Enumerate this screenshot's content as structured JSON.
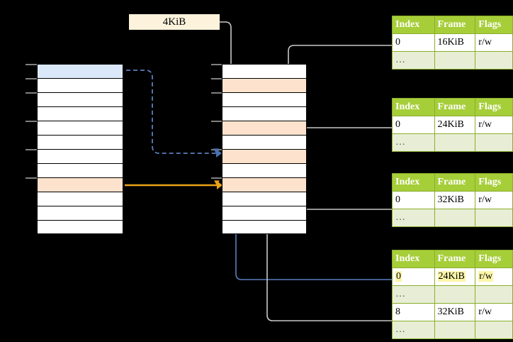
{
  "diagram": {
    "title": "page-table-walk-diagram",
    "background": "#000000",
    "size_label": {
      "text": "4KiB"
    },
    "colors": {
      "header_green": "#a6ce39",
      "row_alt_green": "#e8eed6",
      "highlight_yellow": "#fcf5a8",
      "blue_cell": "#dbe8fa",
      "orange_cell": "#fde3cd",
      "orange_arrow": "#e8a317",
      "blue_arrow": "#5b7ebd",
      "gray_wire": "#c8c8c8",
      "label_bg": "#fdf3dc"
    }
  },
  "virtual_column": {
    "name": "virtual-address-space-column",
    "row_count": 12,
    "rows": [
      {
        "index": 0,
        "fill": "blue",
        "label": ""
      },
      {
        "index": 1,
        "fill": "white",
        "label": ""
      },
      {
        "index": 2,
        "fill": "white",
        "label": ""
      },
      {
        "index": 3,
        "fill": "white",
        "label": ""
      },
      {
        "index": 4,
        "fill": "white",
        "label": ""
      },
      {
        "index": 5,
        "fill": "white",
        "label": ""
      },
      {
        "index": 6,
        "fill": "white",
        "label": ""
      },
      {
        "index": 7,
        "fill": "white",
        "label": ""
      },
      {
        "index": 8,
        "fill": "orange",
        "label": ""
      },
      {
        "index": 9,
        "fill": "white",
        "label": ""
      },
      {
        "index": 10,
        "fill": "white",
        "label": ""
      },
      {
        "index": 11,
        "fill": "white",
        "label": ""
      }
    ]
  },
  "physical_column": {
    "name": "physical-memory-column",
    "row_count": 12,
    "rows": [
      {
        "index": 0,
        "fill": "white",
        "label": ""
      },
      {
        "index": 1,
        "fill": "orange",
        "label": ""
      },
      {
        "index": 2,
        "fill": "white",
        "label": ""
      },
      {
        "index": 3,
        "fill": "white",
        "label": ""
      },
      {
        "index": 4,
        "fill": "orange",
        "label": ""
      },
      {
        "index": 5,
        "fill": "white",
        "label": ""
      },
      {
        "index": 6,
        "fill": "orange",
        "label": ""
      },
      {
        "index": 7,
        "fill": "white",
        "label": ""
      },
      {
        "index": 8,
        "fill": "orange",
        "label": ""
      },
      {
        "index": 9,
        "fill": "white",
        "label": ""
      },
      {
        "index": 10,
        "fill": "white",
        "label": ""
      },
      {
        "index": 11,
        "fill": "white",
        "label": ""
      }
    ]
  },
  "tables": [
    {
      "name": "page-table-level-1",
      "headers": [
        "Index",
        "Frame",
        "Flags"
      ],
      "rows": [
        {
          "cells": [
            "0",
            "16KiB",
            "r/w"
          ],
          "style": "normal",
          "highlight": []
        },
        {
          "cells": [
            "…",
            "",
            ""
          ],
          "style": "ellipsis",
          "highlight": []
        }
      ]
    },
    {
      "name": "page-table-level-2",
      "headers": [
        "Index",
        "Frame",
        "Flags"
      ],
      "rows": [
        {
          "cells": [
            "0",
            "24KiB",
            "r/w"
          ],
          "style": "normal",
          "highlight": []
        },
        {
          "cells": [
            "…",
            "",
            ""
          ],
          "style": "ellipsis",
          "highlight": []
        }
      ]
    },
    {
      "name": "page-table-level-3",
      "headers": [
        "Index",
        "Frame",
        "Flags"
      ],
      "rows": [
        {
          "cells": [
            "0",
            "32KiB",
            "r/w"
          ],
          "style": "normal",
          "highlight": []
        },
        {
          "cells": [
            "…",
            "",
            ""
          ],
          "style": "ellipsis",
          "highlight": []
        }
      ]
    },
    {
      "name": "page-table-level-4",
      "headers": [
        "Index",
        "Frame",
        "Flags"
      ],
      "rows": [
        {
          "cells": [
            "0",
            "24KiB",
            "r/w"
          ],
          "style": "normal",
          "highlight": [
            0,
            1,
            2
          ]
        },
        {
          "cells": [
            "…",
            "",
            ""
          ],
          "style": "ellipsis",
          "highlight": []
        },
        {
          "cells": [
            "8",
            "32KiB",
            "r/w"
          ],
          "style": "normal",
          "highlight": []
        },
        {
          "cells": [
            "…",
            "",
            ""
          ],
          "style": "ellipsis",
          "highlight": []
        }
      ]
    }
  ]
}
